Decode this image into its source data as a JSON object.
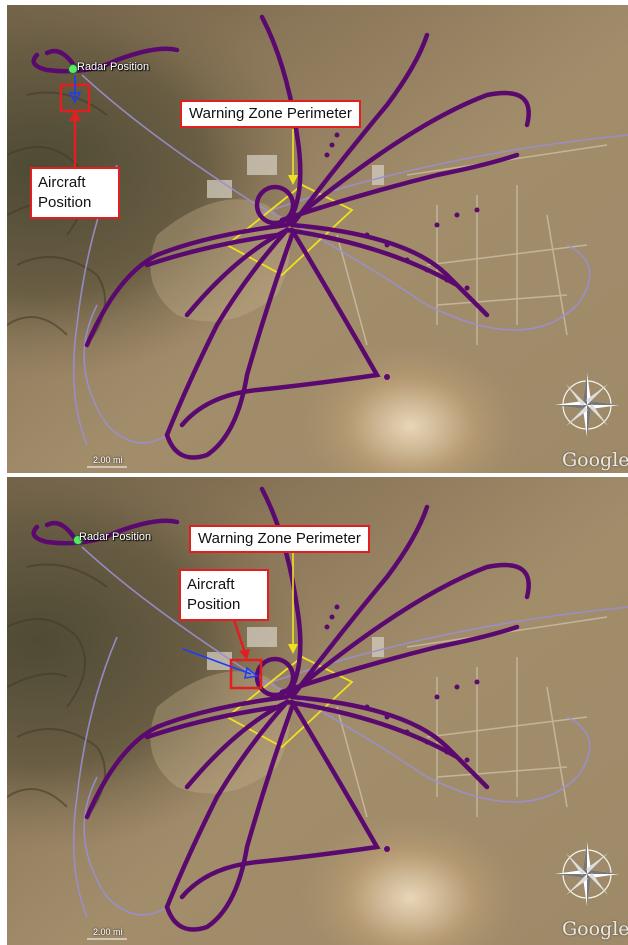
{
  "panels": [
    {
      "id": "top",
      "labels": {
        "radar": "Radar Position",
        "zone": "Warning Zone Perimeter",
        "aircraft": "Aircraft Position",
        "scale": "2.00 mi",
        "watermark": "Google"
      }
    },
    {
      "id": "bottom",
      "labels": {
        "radar": "Radar Position",
        "zone": "Warning Zone Perimeter",
        "aircraft": "Aircraft Position",
        "scale": "2.00 mi",
        "watermark": "Google"
      }
    }
  ],
  "colors": {
    "track": "#5a0a6e",
    "perimeter": "#f0e020",
    "label_border": "#e02020",
    "arrow_red": "#e02020",
    "arrow_yellow": "#f0e020",
    "arrow_blue": "#1a3cff",
    "faint_path": "#9a8fd0",
    "radar_marker": "#5ee86a"
  },
  "icons": [
    "compass-rose-icon",
    "radar-marker-icon",
    "aircraft-arrow-icon"
  ]
}
